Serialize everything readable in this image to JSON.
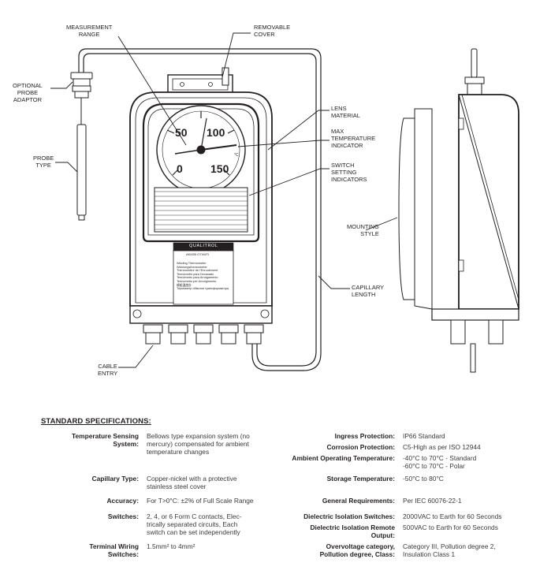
{
  "callouts": {
    "measurement_range": [
      "MEASUREMENT",
      "RANGE"
    ],
    "removable_cover": [
      "REMOVABLE",
      "COVER"
    ],
    "optional_probe_adaptor": [
      "OPTIONAL",
      "PROBE",
      "ADAPTOR"
    ],
    "lens_material": [
      "LENS",
      "MATERIAL"
    ],
    "max_temperature_indicator": [
      "MAX",
      "TEMPERATURE",
      "INDICATOR"
    ],
    "probe_type": [
      "PROBE",
      "TYPE"
    ],
    "switch_setting_indicators": [
      "SWITCH",
      "SETTING",
      "INDICATORS"
    ],
    "mounting_style": [
      "MOUNTING",
      "STYLE"
    ],
    "capillary_length": [
      "CAPILLARY",
      "LENGTH"
    ],
    "cable_entry": [
      "CABLE",
      "ENTRY"
    ]
  },
  "dial": {
    "ticks": [
      "0",
      "50",
      "100",
      "150"
    ],
    "unit": "°C"
  },
  "nameplate": {
    "brand": "QUALITROL",
    "model": "AKM35 OTI/WTI",
    "lines": [
      "Winding Thermometer",
      "Wicklungsthermometer",
      "Thermomètre de l'Enroulement",
      "Termómetro para Devanado",
      "Termômetro para Arrolgamento",
      "Termometro per Avvolgimento",
      "繞組溫度計",
      "Термометр обмотки трансформатора"
    ]
  },
  "specs": {
    "heading": "STANDARD SPECIFICATIONS:",
    "left": [
      {
        "label": [
          "Temperature Sensing",
          "System:"
        ],
        "value": [
          "Bellows type expansion system (no",
          "mercury) compensated for ambient",
          "temperature changes"
        ]
      },
      {
        "label": [
          "Capillary Type:"
        ],
        "value": [
          "Copper-nickel with a protective",
          "stainless steel cover"
        ]
      },
      {
        "label": [
          "Accuracy:"
        ],
        "value": [
          "For T>0°C: ±2% of Full Scale Range"
        ]
      },
      {
        "label": [
          "Switches:"
        ],
        "value": [
          "2, 4, or 6 Form C contacts, Elec-",
          "trically separated circuits, Each",
          "switch can be set independently"
        ]
      },
      {
        "label": [
          "Terminal Wiring",
          "Switches:"
        ],
        "value": [
          "1.5mm² to 4mm²"
        ]
      }
    ],
    "right": [
      {
        "label": [
          "Ingress Protection:"
        ],
        "value": [
          "IP66 Standard"
        ]
      },
      {
        "label": [
          "Corrosion Protection:"
        ],
        "value": [
          "C5-High as per ISO 12944"
        ]
      },
      {
        "label": [
          "Ambient Operating Temperature:"
        ],
        "value": [
          "-40°C to 70°C - Standard",
          "-60°C to 70°C - Polar"
        ]
      },
      {
        "label": [
          "Storage Temperature:"
        ],
        "value": [
          "-50°C to 80°C"
        ]
      },
      {
        "label": [
          "General Requirements:"
        ],
        "value": [
          "Per IEC 60076-22-1"
        ]
      },
      {
        "label": [
          "Dielectric Isolation Switches:"
        ],
        "value": [
          "2000VAC to Earth for 60 Seconds"
        ]
      },
      {
        "label": [
          "Dielectric Isolation Remote",
          "Output:"
        ],
        "value": [
          "500VAC to Earth for 60 Seconds"
        ]
      },
      {
        "label": [
          "Overvoltage category,",
          "Pollution degree, Class:"
        ],
        "value": [
          "Category III, Pollution degree 2,",
          "Insulation Class 1"
        ]
      }
    ]
  }
}
